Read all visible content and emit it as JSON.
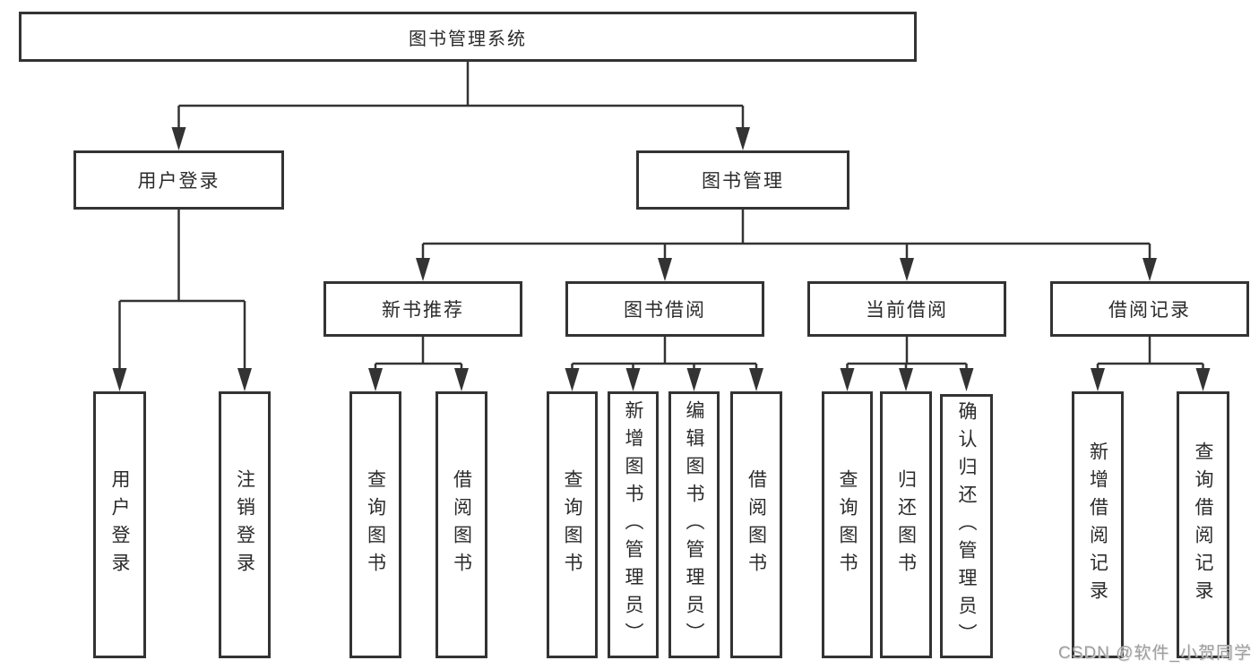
{
  "diagram": {
    "root": {
      "label": "图书管理系统"
    },
    "level2": {
      "user_login": {
        "label": "用户登录"
      },
      "book_management": {
        "label": "图书管理"
      }
    },
    "level3": {
      "new_book_recommend": {
        "label": "新书推荐"
      },
      "book_borrowing": {
        "label": "图书借阅"
      },
      "current_borrowing": {
        "label": "当前借阅"
      },
      "borrowing_records": {
        "label": "借阅记录"
      }
    },
    "leaves": {
      "user_login_leaf": {
        "label": "用户登录"
      },
      "logout": {
        "label": "注销登录"
      },
      "query_books_1": {
        "label": "查询图书"
      },
      "borrow_books_1": {
        "label": "借阅图书"
      },
      "query_books_2": {
        "label": "查询图书"
      },
      "add_books_admin": {
        "label": "新增图书（管理员）"
      },
      "edit_books_admin": {
        "label": "编辑图书（管理员）"
      },
      "borrow_books_2": {
        "label": "借阅图书"
      },
      "query_books_3": {
        "label": "查询图书"
      },
      "return_books": {
        "label": "归还图书"
      },
      "confirm_return_admin": {
        "label": "确认归还（管理员）"
      },
      "add_borrow_record": {
        "label": "新增借阅记录"
      },
      "query_borrow_record": {
        "label": "查询借阅记录"
      }
    },
    "hierarchy": {
      "图书管理系统": {
        "用户登录": [
          "用户登录",
          "注销登录"
        ],
        "图书管理": {
          "新书推荐": [
            "查询图书",
            "借阅图书"
          ],
          "图书借阅": [
            "查询图书",
            "新增图书（管理员）",
            "编辑图书（管理员）",
            "借阅图书"
          ],
          "当前借阅": [
            "查询图书",
            "归还图书",
            "确认归还（管理员）"
          ],
          "借阅记录": [
            "新增借阅记录",
            "查询借阅记录"
          ]
        }
      }
    }
  },
  "watermark": {
    "text": "CSDN @软件_小贺同学"
  },
  "colors": {
    "line": "#333333",
    "box_border": "#333333",
    "text": "#2b2b2b",
    "watermark": "#9e9e9e",
    "background": "#ffffff"
  }
}
